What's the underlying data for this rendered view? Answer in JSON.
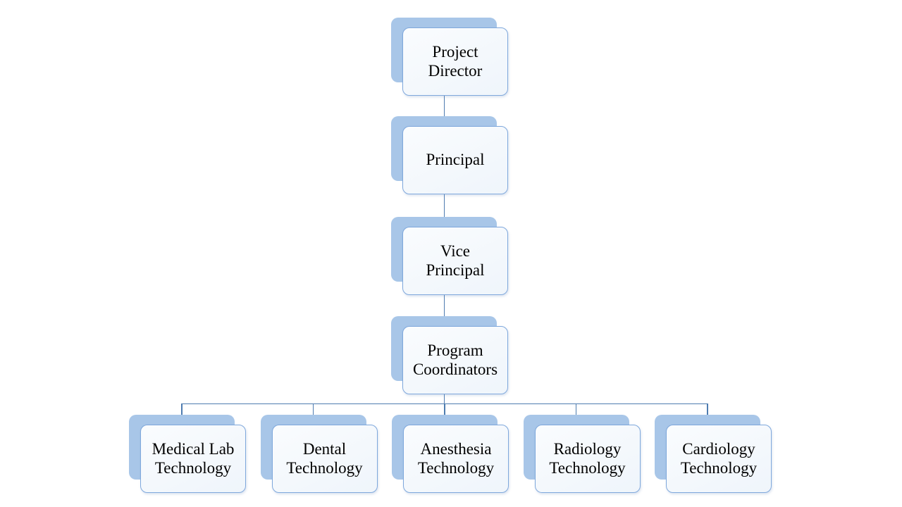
{
  "diagram": {
    "type": "org-chart",
    "title": "",
    "colors": {
      "background": "#FFFFFF",
      "node_back": "#A8C6E8",
      "node_front_border": "#7FA8DC",
      "node_front_fill_top": "#FAFCFE",
      "node_front_fill_bottom": "#EFF5FB",
      "connector": "#4E7CB0",
      "text": "#000000"
    },
    "nodes": [
      {
        "id": "project-director",
        "label": "Project\nDirector",
        "level": 0,
        "parent": null
      },
      {
        "id": "principal",
        "label": "Principal",
        "level": 1,
        "parent": "project-director"
      },
      {
        "id": "vice-principal",
        "label": "Vice\nPrincipal",
        "level": 2,
        "parent": "principal"
      },
      {
        "id": "program-coordinators",
        "label": "Program\nCoordinators",
        "level": 3,
        "parent": "vice-principal"
      },
      {
        "id": "medical-lab-technology",
        "label": "Medical Lab\nTechnology",
        "level": 4,
        "parent": "program-coordinators"
      },
      {
        "id": "dental-technology",
        "label": "Dental\nTechnology",
        "level": 4,
        "parent": "program-coordinators"
      },
      {
        "id": "anesthesia-technology",
        "label": "Anesthesia\nTechnology",
        "level": 4,
        "parent": "program-coordinators"
      },
      {
        "id": "radiology-technology",
        "label": "Radiology\nTechnology",
        "level": 4,
        "parent": "program-coordinators"
      },
      {
        "id": "cardiology-technology",
        "label": "Cardiology\nTechnology",
        "level": 4,
        "parent": "program-coordinators"
      }
    ]
  }
}
